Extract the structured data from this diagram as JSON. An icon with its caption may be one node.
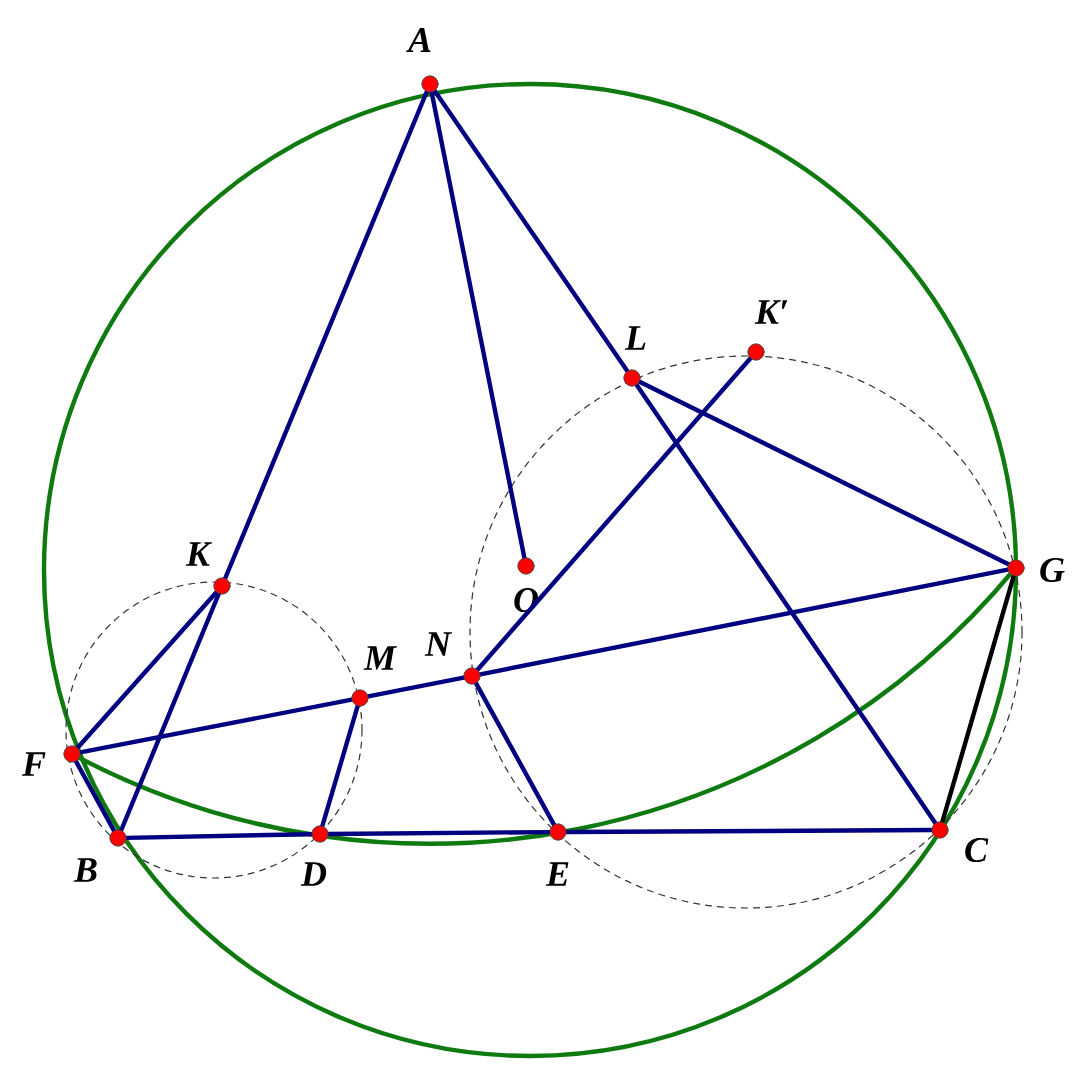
{
  "diagram": {
    "nodes": [
      {
        "text": [
          "A"
        ]
      },
      {
        "text": [
          "L"
        ]
      },
      {
        "text": [
          "K′"
        ]
      },
      {
        "text": [
          "G"
        ]
      },
      {
        "text": [
          "O"
        ]
      },
      {
        "text": [
          "K"
        ]
      },
      {
        "text": [
          "M"
        ]
      },
      {
        "text": [
          "N"
        ]
      },
      {
        "text": [
          "F"
        ]
      },
      {
        "text": [
          "B"
        ]
      },
      {
        "text": [
          "D"
        ]
      },
      {
        "text": [
          "E"
        ]
      },
      {
        "text": [
          "C"
        ]
      }
    ],
    "edges": [
      {
        "from": 0,
        "to": 5,
        "arrow": "none"
      },
      {
        "from": 5,
        "to": 9,
        "arrow": "none"
      },
      {
        "from": 0,
        "to": 1,
        "arrow": "none"
      },
      {
        "from": 1,
        "to": 12,
        "arrow": "none"
      },
      {
        "from": 0,
        "to": 4,
        "arrow": "none"
      },
      {
        "from": 1,
        "to": 3,
        "arrow": "none"
      },
      {
        "from": 2,
        "to": 7,
        "arrow": "none"
      },
      {
        "from": 8,
        "to": 6,
        "arrow": "none"
      },
      {
        "from": 6,
        "to": 7,
        "arrow": "none"
      },
      {
        "from": 7,
        "to": 3,
        "arrow": "none"
      },
      {
        "from": 5,
        "to": 8,
        "arrow": "none"
      },
      {
        "from": 8,
        "to": 9,
        "arrow": "none"
      },
      {
        "from": 6,
        "to": 10,
        "arrow": "none"
      },
      {
        "from": 7,
        "to": 11,
        "arrow": "none"
      },
      {
        "from": 9,
        "to": 10,
        "arrow": "none"
      },
      {
        "from": 10,
        "to": 11,
        "arrow": "none"
      },
      {
        "from": 11,
        "to": 12,
        "arrow": "none"
      },
      {
        "from": 3,
        "to": 12,
        "arrow": "none",
        "color": "#000000"
      }
    ]
  }
}
